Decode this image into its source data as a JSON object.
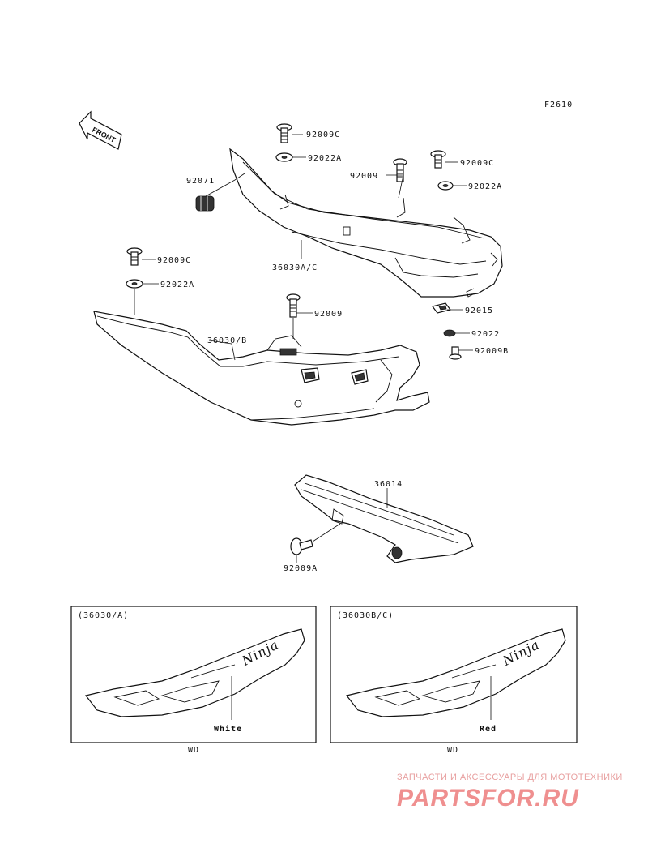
{
  "figure_code": "F2610",
  "front_label": "FRONT",
  "labels": {
    "p92009C_top": "92009C",
    "p92022A_top": "92022A",
    "p92071": "92071",
    "p92009_mid": "92009",
    "p92009C_right": "92009C",
    "p92022A_right": "92022A",
    "p36030AC": "36030A/C",
    "p92009C_left": "92009C",
    "p92022A_left": "92022A",
    "p92009_lower": "92009",
    "p36030B": "36030/B",
    "p92015": "92015",
    "p92022": "92022",
    "p92009B": "92009B",
    "p36014": "36014",
    "p92009A": "92009A"
  },
  "insets": [
    {
      "title": "(36030/A)",
      "color_note": "White",
      "footer": "WD"
    },
    {
      "title": "(36030B/C)",
      "color_note": "Red",
      "footer": "WD"
    }
  ],
  "watermark": {
    "tagline": "ЗАПЧАСТИ И АКСЕССУАРЫ ДЛЯ МОТОТЕХНИКИ",
    "brand": "PARTSFOR.RU"
  }
}
